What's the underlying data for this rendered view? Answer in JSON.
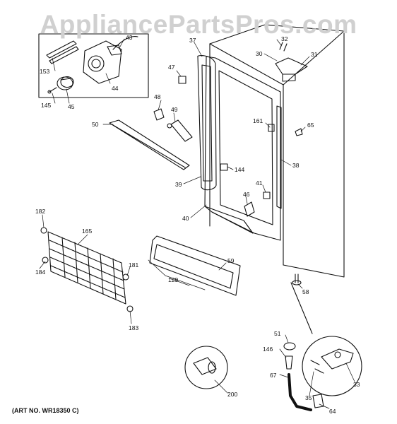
{
  "watermark": "AppliancePartsPros.com",
  "art_number": "(ART NO. WR18350 C)",
  "callouts": {
    "c153": "153",
    "c43": "43",
    "c44": "44",
    "c145": "145",
    "c45": "45",
    "c37": "37",
    "c32": "32",
    "c30": "30",
    "c31": "31",
    "c47": "47",
    "c48": "48",
    "c49": "49",
    "c50": "50",
    "c161": "161",
    "c65": "65",
    "c38": "38",
    "c144": "144",
    "c39": "39",
    "c41": "41",
    "c46": "46",
    "c40": "40",
    "c182": "182",
    "c165": "165",
    "c184": "184",
    "c181": "181",
    "c183": "183",
    "c59": "59",
    "c129": "129",
    "c58": "58",
    "c51": "51",
    "c146": "146",
    "c67": "67",
    "c35": "35",
    "c33": "33",
    "c64": "64",
    "c200": "200"
  }
}
